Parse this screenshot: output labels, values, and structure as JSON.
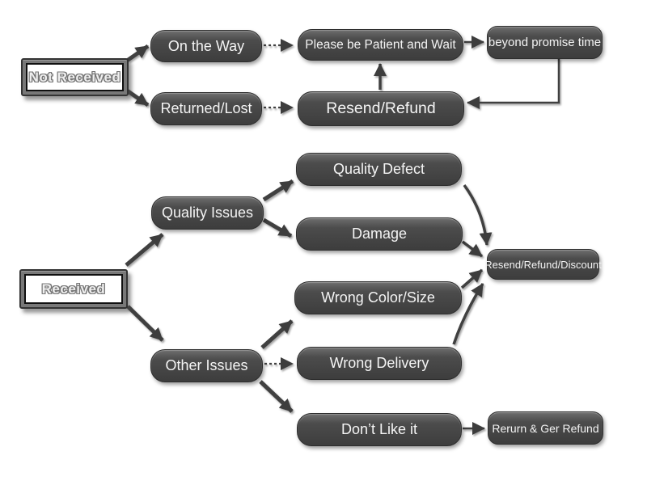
{
  "diagram": {
    "nodes": {
      "not_received": {
        "label": "Not Received"
      },
      "on_the_way": {
        "label": "On the Way"
      },
      "please_wait": {
        "label": "Please be Patient and Wait"
      },
      "beyond_promise": {
        "label": "beyond promise time"
      },
      "returned_lost": {
        "label": "Returned/Lost"
      },
      "resend_refund": {
        "label": "Resend/Refund"
      },
      "received": {
        "label": "Received"
      },
      "quality_issues": {
        "label": "Quality Issues"
      },
      "quality_defect": {
        "label": "Quality Defect"
      },
      "damage": {
        "label": "Damage"
      },
      "wrong_color_size": {
        "label": "Wrong Color/Size"
      },
      "other_issues": {
        "label": "Other Issues"
      },
      "wrong_delivery": {
        "label": "Wrong Delivery"
      },
      "dont_like_it": {
        "label": "Don’t Like it"
      },
      "resend_refund_discount": {
        "label": "Resend/Refund/Discount"
      },
      "return_get_refund": {
        "label": "Rerurn & Ger Refund"
      }
    },
    "edges": [
      {
        "from": "not_received",
        "to": "on_the_way"
      },
      {
        "from": "not_received",
        "to": "returned_lost"
      },
      {
        "from": "on_the_way",
        "to": "please_wait"
      },
      {
        "from": "please_wait",
        "to": "beyond_promise"
      },
      {
        "from": "beyond_promise",
        "to": "resend_refund"
      },
      {
        "from": "resend_refund",
        "to": "please_wait"
      },
      {
        "from": "returned_lost",
        "to": "resend_refund"
      },
      {
        "from": "received",
        "to": "quality_issues"
      },
      {
        "from": "received",
        "to": "other_issues"
      },
      {
        "from": "quality_issues",
        "to": "quality_defect"
      },
      {
        "from": "quality_issues",
        "to": "damage"
      },
      {
        "from": "quality_defect",
        "to": "resend_refund_discount"
      },
      {
        "from": "damage",
        "to": "resend_refund_discount"
      },
      {
        "from": "wrong_color_size",
        "to": "resend_refund_discount"
      },
      {
        "from": "wrong_delivery",
        "to": "resend_refund_discount"
      },
      {
        "from": "other_issues",
        "to": "wrong_color_size"
      },
      {
        "from": "other_issues",
        "to": "wrong_delivery"
      },
      {
        "from": "other_issues",
        "to": "dont_like_it"
      },
      {
        "from": "dont_like_it",
        "to": "return_get_refund"
      }
    ],
    "colors": {
      "node_fill": "#474747",
      "node_text": "#f4f4f4",
      "arrow": "#3d3d3d",
      "background": "#ffffff"
    }
  }
}
